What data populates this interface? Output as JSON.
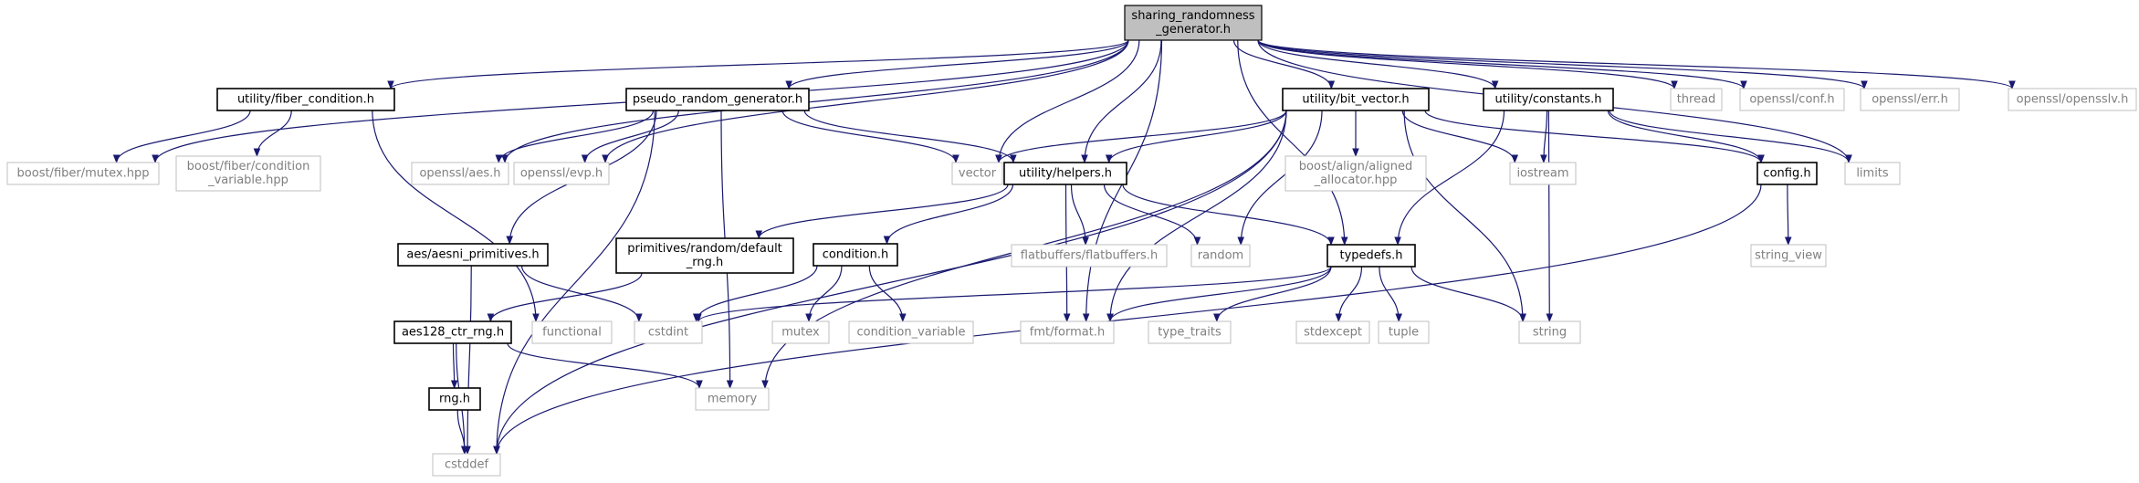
{
  "nodes": [
    {
      "id": "root",
      "kind": "root",
      "lines": [
        "sharing_randomness",
        "_generator.h"
      ]
    },
    {
      "id": "fiber_cond",
      "kind": "int",
      "lines": [
        "utility/fiber_condition.h"
      ]
    },
    {
      "id": "prg",
      "kind": "int",
      "lines": [
        "pseudo_random_generator.h"
      ]
    },
    {
      "id": "bitvec",
      "kind": "int",
      "lines": [
        "utility/bit_vector.h"
      ]
    },
    {
      "id": "constants",
      "kind": "int",
      "lines": [
        "utility/constants.h"
      ]
    },
    {
      "id": "thread",
      "kind": "sys",
      "lines": [
        "thread"
      ]
    },
    {
      "id": "conf",
      "kind": "sys",
      "lines": [
        "openssl/conf.h"
      ]
    },
    {
      "id": "err",
      "kind": "sys",
      "lines": [
        "openssl/err.h"
      ]
    },
    {
      "id": "opensslv",
      "kind": "sys",
      "lines": [
        "openssl/opensslv.h"
      ]
    },
    {
      "id": "mutex_hpp",
      "kind": "sys",
      "lines": [
        "boost/fiber/mutex.hpp"
      ]
    },
    {
      "id": "condvar_hpp",
      "kind": "sys",
      "lines": [
        "boost/fiber/condition",
        "_variable.hpp"
      ]
    },
    {
      "id": "aes",
      "kind": "sys",
      "lines": [
        "openssl/aes.h"
      ]
    },
    {
      "id": "evp",
      "kind": "sys",
      "lines": [
        "openssl/evp.h"
      ]
    },
    {
      "id": "vector",
      "kind": "sys",
      "lines": [
        "vector"
      ]
    },
    {
      "id": "helpers",
      "kind": "int",
      "lines": [
        "utility/helpers.h"
      ]
    },
    {
      "id": "aligned",
      "kind": "sys",
      "lines": [
        "boost/align/aligned",
        "_allocator.hpp"
      ]
    },
    {
      "id": "iostream",
      "kind": "sys",
      "lines": [
        "iostream"
      ]
    },
    {
      "id": "config",
      "kind": "int",
      "lines": [
        "config.h"
      ]
    },
    {
      "id": "limits",
      "kind": "sys",
      "lines": [
        "limits"
      ]
    },
    {
      "id": "aesni",
      "kind": "int",
      "lines": [
        "aes/aesni_primitives.h"
      ]
    },
    {
      "id": "default_rng",
      "kind": "int",
      "lines": [
        "primitives/random/default",
        "_rng.h"
      ]
    },
    {
      "id": "condition",
      "kind": "int",
      "lines": [
        "condition.h"
      ]
    },
    {
      "id": "flatbuffers",
      "kind": "sys",
      "lines": [
        "flatbuffers/flatbuffers.h"
      ]
    },
    {
      "id": "random",
      "kind": "sys",
      "lines": [
        "random"
      ]
    },
    {
      "id": "typedefs",
      "kind": "int",
      "lines": [
        "typedefs.h"
      ]
    },
    {
      "id": "string_view",
      "kind": "sys",
      "lines": [
        "string_view"
      ]
    },
    {
      "id": "aes128",
      "kind": "int",
      "lines": [
        "aes128_ctr_rng.h"
      ]
    },
    {
      "id": "functional",
      "kind": "sys",
      "lines": [
        "functional"
      ]
    },
    {
      "id": "cstdint",
      "kind": "sys",
      "lines": [
        "cstdint"
      ]
    },
    {
      "id": "mutex",
      "kind": "sys",
      "lines": [
        "mutex"
      ]
    },
    {
      "id": "condition_variable",
      "kind": "sys",
      "lines": [
        "condition_variable"
      ]
    },
    {
      "id": "format",
      "kind": "sys",
      "lines": [
        "fmt/format.h"
      ]
    },
    {
      "id": "type_traits",
      "kind": "sys",
      "lines": [
        "type_traits"
      ]
    },
    {
      "id": "stdexcept",
      "kind": "sys",
      "lines": [
        "stdexcept"
      ]
    },
    {
      "id": "tuple",
      "kind": "sys",
      "lines": [
        "tuple"
      ]
    },
    {
      "id": "string",
      "kind": "sys",
      "lines": [
        "string"
      ]
    },
    {
      "id": "rng",
      "kind": "int",
      "lines": [
        "rng.h"
      ]
    },
    {
      "id": "memory",
      "kind": "sys",
      "lines": [
        "memory"
      ]
    },
    {
      "id": "cstddef",
      "kind": "sys",
      "lines": [
        "cstddef"
      ]
    }
  ],
  "edges": [
    [
      "root",
      "fiber_cond"
    ],
    [
      "root",
      "prg"
    ],
    [
      "root",
      "bitvec"
    ],
    [
      "root",
      "constants"
    ],
    [
      "root",
      "thread"
    ],
    [
      "root",
      "conf"
    ],
    [
      "root",
      "err"
    ],
    [
      "root",
      "opensslv"
    ],
    [
      "root",
      "mutex_hpp"
    ],
    [
      "root",
      "aes"
    ],
    [
      "root",
      "evp"
    ],
    [
      "root",
      "vector"
    ],
    [
      "root",
      "helpers"
    ],
    [
      "root",
      "format"
    ],
    [
      "root",
      "typedefs"
    ],
    [
      "root",
      "limits"
    ],
    [
      "fiber_cond",
      "mutex_hpp"
    ],
    [
      "fiber_cond",
      "condvar_hpp"
    ],
    [
      "fiber_cond",
      "functional"
    ],
    [
      "prg",
      "aes"
    ],
    [
      "prg",
      "evp"
    ],
    [
      "prg",
      "vector"
    ],
    [
      "prg",
      "helpers"
    ],
    [
      "prg",
      "aesni"
    ],
    [
      "prg",
      "memory"
    ],
    [
      "prg",
      "cstddef"
    ],
    [
      "bitvec",
      "vector"
    ],
    [
      "bitvec",
      "helpers"
    ],
    [
      "bitvec",
      "random"
    ],
    [
      "bitvec",
      "aligned"
    ],
    [
      "bitvec",
      "iostream"
    ],
    [
      "bitvec",
      "config"
    ],
    [
      "bitvec",
      "string"
    ],
    [
      "bitvec",
      "format"
    ],
    [
      "bitvec",
      "memory"
    ],
    [
      "bitvec",
      "cstddef"
    ],
    [
      "constants",
      "iostream"
    ],
    [
      "constants",
      "config"
    ],
    [
      "constants",
      "limits"
    ],
    [
      "constants",
      "typedefs"
    ],
    [
      "constants",
      "string"
    ],
    [
      "helpers",
      "default_rng"
    ],
    [
      "helpers",
      "condition"
    ],
    [
      "helpers",
      "flatbuffers"
    ],
    [
      "helpers",
      "random"
    ],
    [
      "helpers",
      "typedefs"
    ],
    [
      "helpers",
      "format"
    ],
    [
      "config",
      "string_view"
    ],
    [
      "config",
      "cstddef"
    ],
    [
      "aesni",
      "cstdint"
    ],
    [
      "aesni",
      "cstddef"
    ],
    [
      "default_rng",
      "aes128"
    ],
    [
      "condition",
      "cstdint"
    ],
    [
      "condition",
      "mutex"
    ],
    [
      "condition",
      "condition_variable"
    ],
    [
      "typedefs",
      "cstdint"
    ],
    [
      "typedefs",
      "format"
    ],
    [
      "typedefs",
      "type_traits"
    ],
    [
      "typedefs",
      "stdexcept"
    ],
    [
      "typedefs",
      "tuple"
    ],
    [
      "typedefs",
      "string"
    ],
    [
      "aes128",
      "rng"
    ],
    [
      "aes128",
      "memory"
    ],
    [
      "aes128",
      "cstddef"
    ],
    [
      "rng",
      "cstddef"
    ]
  ]
}
